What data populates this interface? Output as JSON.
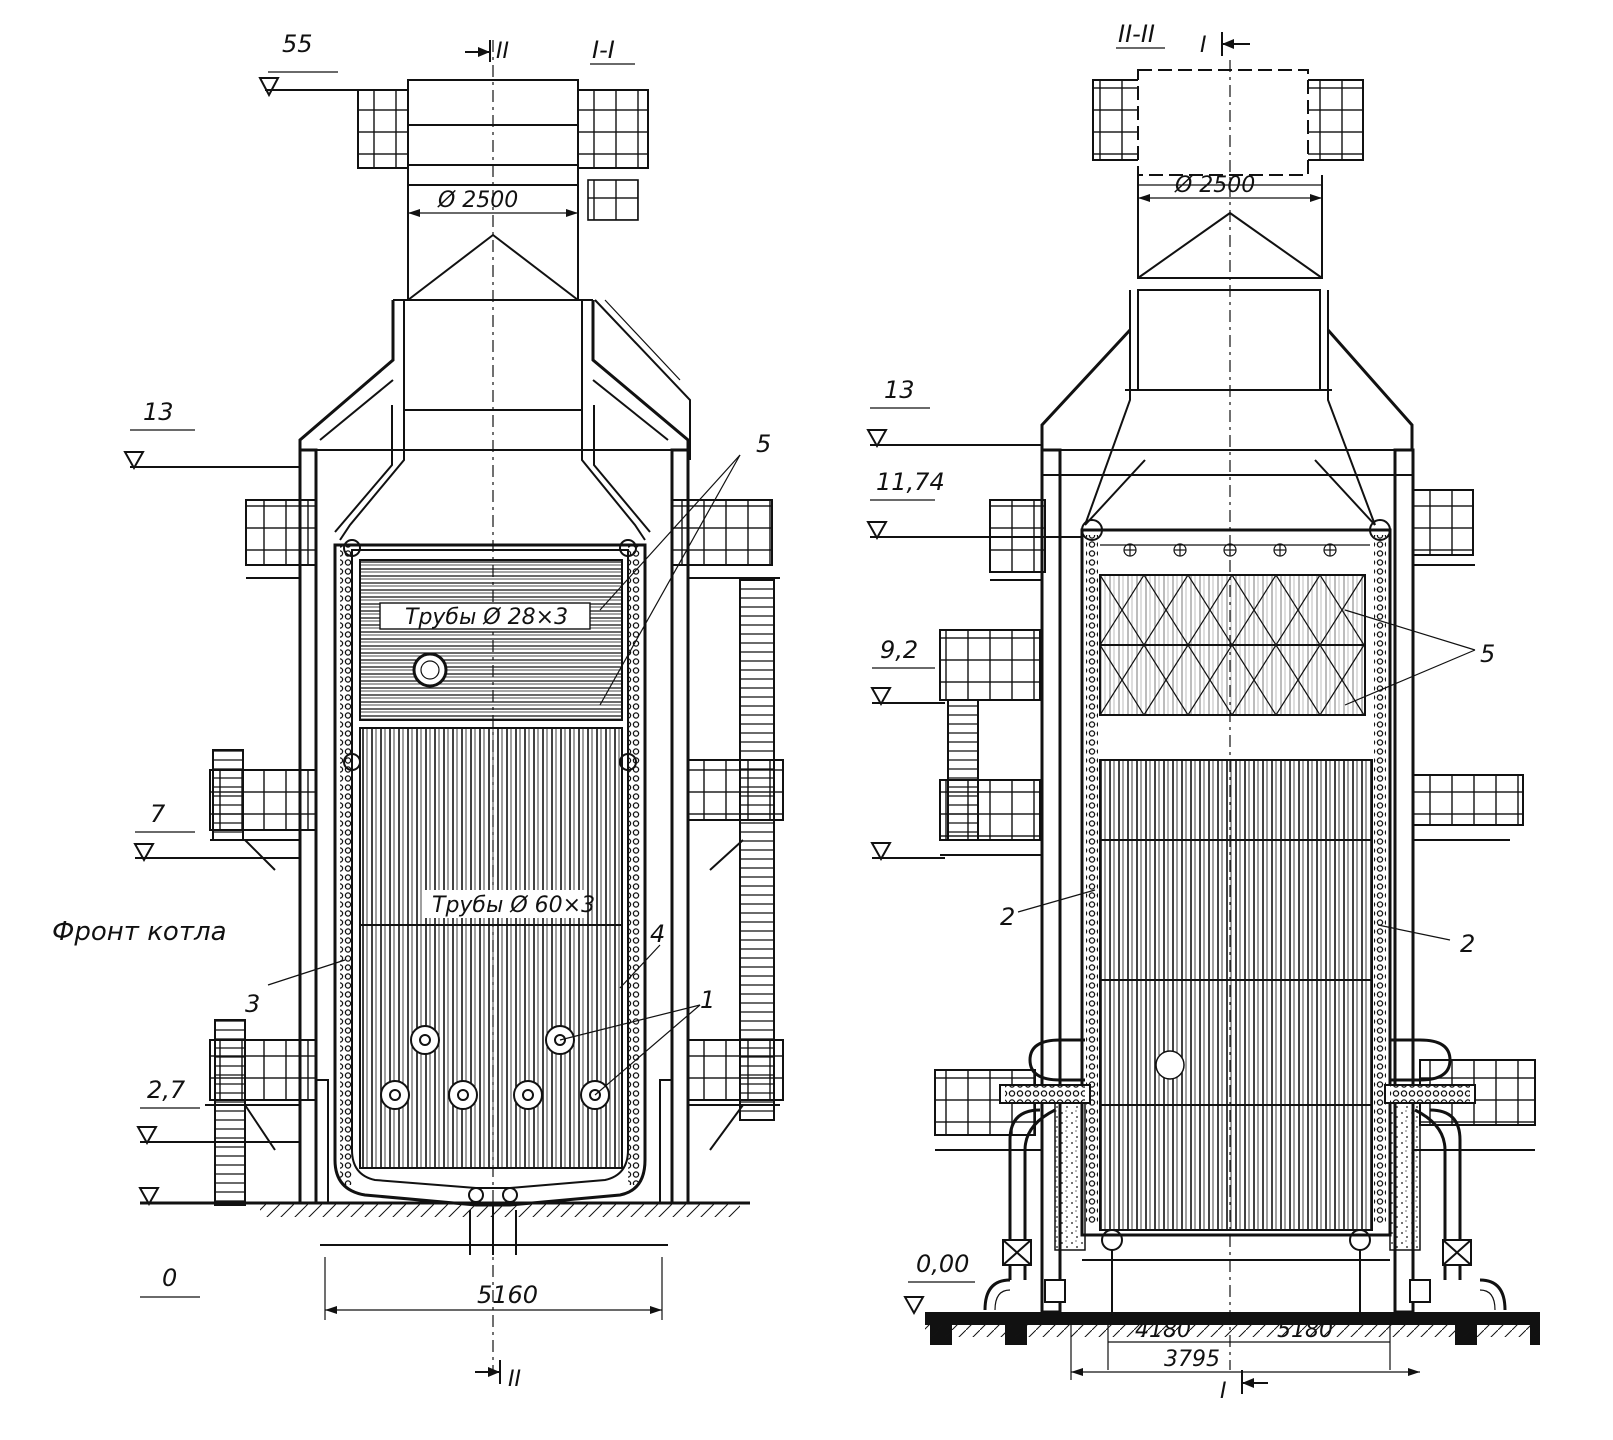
{
  "labels": {
    "section_left": "I-I",
    "section_right": "II-II",
    "cut_mark_II": "II",
    "cut_mark_I": "I",
    "front": "Фронт котла",
    "tubes_upper": "Трубы Ø 28×3",
    "tubes_lower": "Трубы Ø 60×3",
    "diameter_left": "Ø 2500",
    "diameter_right": "Ø 2500"
  },
  "levels_left": [
    "55",
    "13",
    "7",
    "2,7",
    "0"
  ],
  "levels_right": [
    "13",
    "11,74",
    "9,2",
    "0,00"
  ],
  "dimensions": {
    "width_left": "5160",
    "width_right_1": "4180",
    "width_right_2": "5180",
    "width_right_3": "3795"
  },
  "callouts": {
    "n1": "1",
    "n2": "2",
    "n3": "3",
    "n4": "4",
    "n5": "5"
  }
}
